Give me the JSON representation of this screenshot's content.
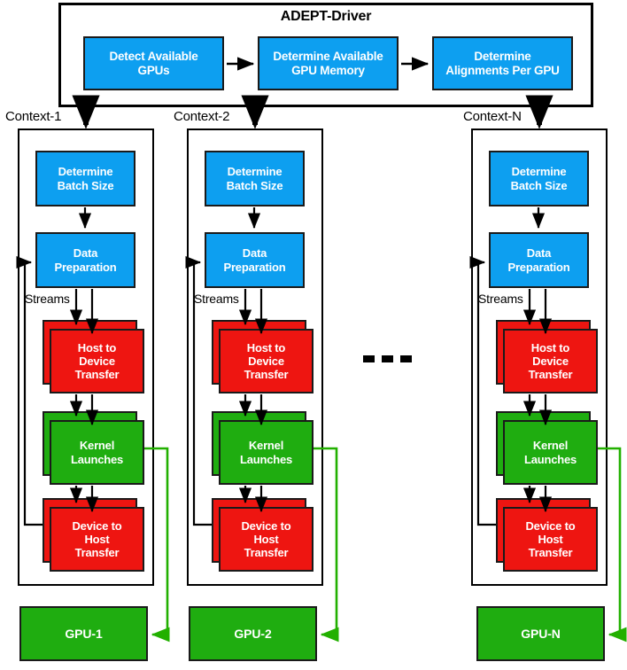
{
  "figure": {
    "title": "ADEPT-Driver",
    "description": "ADEPT-Driver multi-GPU context pipeline architecture diagram"
  },
  "colors": {
    "blue": "#0d9ff0",
    "red": "#ee1511",
    "green": "#1fad10",
    "black": "#000000",
    "white": "#ffffff",
    "arrow_green": "#22b000"
  },
  "driver": {
    "title": "ADEPT-Driver",
    "steps": [
      {
        "id": "detect-gpus",
        "label": "Detect Available GPUs",
        "line1": "Detect Available",
        "line2": "GPUs",
        "color": "blue"
      },
      {
        "id": "determine-memory",
        "label": "Determine Available GPU Memory",
        "line1": "Determine Available",
        "line2": "GPU Memory",
        "color": "blue"
      },
      {
        "id": "determine-alignments",
        "label": "Determine Alignments Per GPU",
        "line1": "Determine",
        "line2": "Alignments Per GPU",
        "color": "blue"
      }
    ]
  },
  "contexts": [
    {
      "id": "context-1",
      "label": "Context-1",
      "streams_label": "Streams",
      "gpu": {
        "id": "gpu-1",
        "label": "GPU-1"
      },
      "stages": [
        {
          "id": "determine-batch-size",
          "line1": "Determine",
          "line2": "Batch Size",
          "line3": "",
          "color": "blue",
          "stacked": false
        },
        {
          "id": "data-preparation",
          "line1": "Data",
          "line2": "Preparation",
          "line3": "",
          "color": "blue",
          "stacked": false
        },
        {
          "id": "host-to-device-transfer",
          "line1": "Host to",
          "line2": "Device",
          "line3": "Transfer",
          "color": "red",
          "stacked": true
        },
        {
          "id": "kernel-launches",
          "line1": "Kernel",
          "line2": "Launches",
          "line3": "",
          "color": "green",
          "stacked": true
        },
        {
          "id": "device-to-host-transfer",
          "line1": "Device to",
          "line2": "Host",
          "line3": "Transfer",
          "color": "red",
          "stacked": true
        }
      ]
    },
    {
      "id": "context-2",
      "label": "Context-2",
      "streams_label": "Streams",
      "gpu": {
        "id": "gpu-2",
        "label": "GPU-2"
      },
      "stages": [
        {
          "id": "determine-batch-size",
          "line1": "Determine",
          "line2": "Batch Size",
          "line3": "",
          "color": "blue",
          "stacked": false
        },
        {
          "id": "data-preparation",
          "line1": "Data",
          "line2": "Preparation",
          "line3": "",
          "color": "blue",
          "stacked": false
        },
        {
          "id": "host-to-device-transfer",
          "line1": "Host to",
          "line2": "Device",
          "line3": "Transfer",
          "color": "red",
          "stacked": true
        },
        {
          "id": "kernel-launches",
          "line1": "Kernel",
          "line2": "Launches",
          "line3": "",
          "color": "green",
          "stacked": true
        },
        {
          "id": "device-to-host-transfer",
          "line1": "Device to",
          "line2": "Host",
          "line3": "Transfer",
          "color": "red",
          "stacked": true
        }
      ]
    },
    {
      "id": "context-n",
      "label": "Context-N",
      "streams_label": "Streams",
      "gpu": {
        "id": "gpu-n",
        "label": "GPU-N"
      },
      "stages": [
        {
          "id": "determine-batch-size",
          "line1": "Determine",
          "line2": "Batch Size",
          "line3": "",
          "color": "blue",
          "stacked": false
        },
        {
          "id": "data-preparation",
          "line1": "Data",
          "line2": "Preparation",
          "line3": "",
          "color": "blue",
          "stacked": false
        },
        {
          "id": "host-to-device-transfer",
          "line1": "Host to",
          "line2": "Device",
          "line3": "Transfer",
          "color": "red",
          "stacked": true
        },
        {
          "id": "kernel-launches",
          "line1": "Kernel",
          "line2": "Launches",
          "line3": "",
          "color": "green",
          "stacked": true
        },
        {
          "id": "device-to-host-transfer",
          "line1": "Device to",
          "line2": "Host",
          "line3": "Transfer",
          "color": "red",
          "stacked": true
        }
      ]
    }
  ],
  "ellipsis": {
    "id": "context-ellipsis",
    "dots": 3
  }
}
